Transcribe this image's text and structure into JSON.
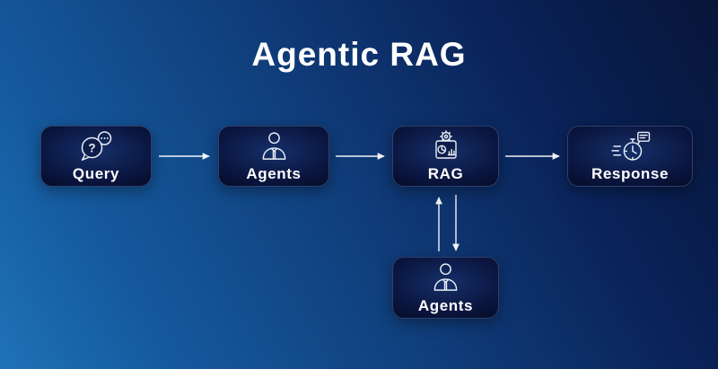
{
  "title": "Agentic RAG",
  "diagram": {
    "nodes": [
      {
        "id": "query",
        "label": "Query",
        "icon": "question-bubbles-icon"
      },
      {
        "id": "agents-top",
        "label": "Agents",
        "icon": "person-icon"
      },
      {
        "id": "rag",
        "label": "RAG",
        "icon": "gear-analytics-icon"
      },
      {
        "id": "response",
        "label": "Response",
        "icon": "fast-clock-message-icon"
      },
      {
        "id": "agents-bottom",
        "label": "Agents",
        "icon": "person-icon"
      }
    ],
    "edges": [
      {
        "from": "query",
        "to": "agents-top",
        "direction": "right"
      },
      {
        "from": "agents-top",
        "to": "rag",
        "direction": "right"
      },
      {
        "from": "rag",
        "to": "response",
        "direction": "right"
      },
      {
        "from": "agents-bottom",
        "to": "rag",
        "direction": "up"
      },
      {
        "from": "rag",
        "to": "agents-bottom",
        "direction": "down"
      }
    ]
  },
  "colors": {
    "background_gradient_start": "#1f72b8",
    "background_gradient_end": "#071538",
    "node_fill_center": "#15306a",
    "node_fill_edge": "#04081e",
    "node_border": "#6987c3",
    "text": "#ffffff",
    "arrow": "#ffffff"
  }
}
